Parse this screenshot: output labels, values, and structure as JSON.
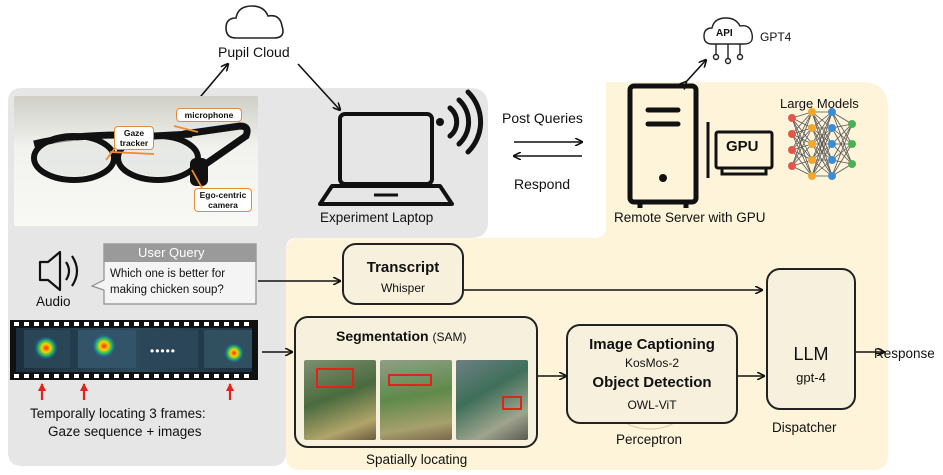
{
  "labels": {
    "pupil_cloud": "Pupil Cloud",
    "gpt4": "GPT4",
    "api": "API",
    "post_queries": "Post Queries",
    "respond": "Respond",
    "large_models": "Large Models",
    "gpu": "GPU",
    "experiment_laptop": "Experiment Laptop",
    "remote_server": "Remote Server with GPU",
    "microphone": "microphone",
    "gaze_tracker": "Gaze tracker",
    "egocentric_camera": "Ego-centric camera",
    "user_query_title": "User Query",
    "user_query_text_line1": "Which one is better for",
    "user_query_text_line2": "making chicken soup?",
    "audio": "Audio",
    "temporal_line1": "Temporally locating 3 frames:",
    "temporal_line2": "Gaze sequence + images",
    "transcript_title": "Transcript",
    "transcript_model": "Whisper",
    "segmentation_title": "Segmentation",
    "segmentation_model": "(SAM)",
    "spatially_locating": "Spatially locating",
    "image_captioning": "Image Captioning",
    "kosmos": "KosMos-2",
    "object_detection": "Object Detection",
    "owl_vit": "OWL-ViT",
    "perceptron": "Perceptron",
    "llm_title": "LLM",
    "llm_model": "gpt-4",
    "dispatcher": "Dispatcher",
    "response": "Response",
    "dots": "•••••"
  },
  "colors": {
    "gray_panel": "#e6e6e6",
    "cream_panel": "#fdf4da",
    "box_fill": "#f6f0dc",
    "red_arrow": "#e0241b",
    "tag_border": "#e58a3a",
    "query_header": "#9a9a9a"
  }
}
